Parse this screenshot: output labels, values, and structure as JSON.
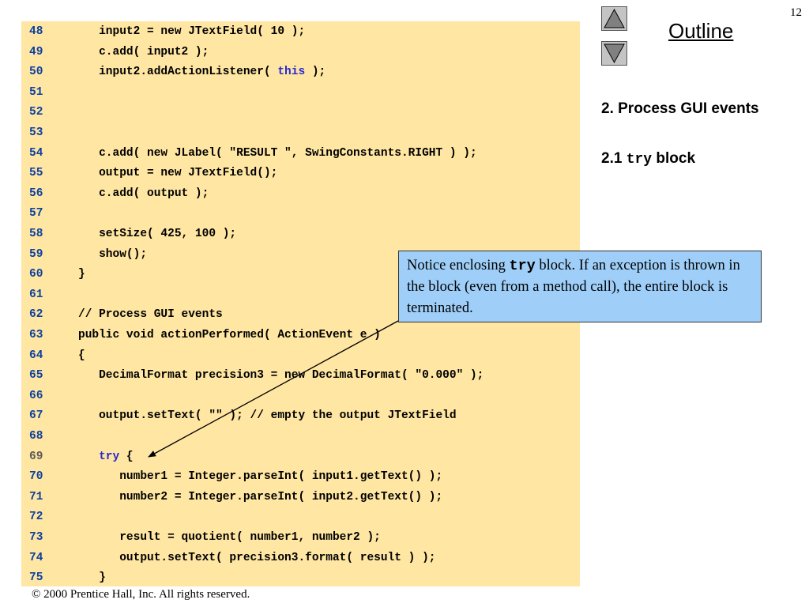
{
  "page_number": "12",
  "outline": {
    "title": "Outline",
    "up_icon": "triangle-up-icon",
    "down_icon": "triangle-down-icon",
    "items": [
      {
        "text": "2. Process GUI events"
      },
      {
        "prefix": "2.1 ",
        "code": "try",
        "suffix": " block"
      }
    ]
  },
  "code_lines": [
    {
      "num": "48",
      "parts": [
        {
          "t": "   input2 = new JTextField( 10 );"
        }
      ]
    },
    {
      "num": "49",
      "parts": [
        {
          "t": "   c.add( input2 );"
        }
      ]
    },
    {
      "num": "50",
      "parts": [
        {
          "t": "   input2.addActionListener( "
        },
        {
          "t": "this",
          "kw": true
        },
        {
          "t": " );"
        }
      ]
    },
    {
      "num": "51",
      "parts": []
    },
    {
      "num": "52",
      "parts": []
    },
    {
      "num": "53",
      "parts": []
    },
    {
      "num": "54",
      "parts": [
        {
          "t": "   c.add( new JLabel( \"RESULT \", SwingConstants.RIGHT ) );"
        }
      ]
    },
    {
      "num": "55",
      "parts": [
        {
          "t": "   output = new JTextField();"
        }
      ]
    },
    {
      "num": "56",
      "parts": [
        {
          "t": "   c.add( output );"
        }
      ]
    },
    {
      "num": "57",
      "parts": []
    },
    {
      "num": "58",
      "parts": [
        {
          "t": "   setSize( 425, 100 );"
        }
      ]
    },
    {
      "num": "59",
      "parts": [
        {
          "t": "   show();"
        }
      ]
    },
    {
      "num": "60",
      "parts": [
        {
          "t": "}"
        }
      ]
    },
    {
      "num": "61",
      "parts": []
    },
    {
      "num": "62",
      "parts": [
        {
          "t": "// Process GUI events"
        }
      ]
    },
    {
      "num": "63",
      "parts": [
        {
          "t": "public void actionPerformed( ActionEvent e )"
        }
      ]
    },
    {
      "num": "64",
      "parts": [
        {
          "t": "{"
        }
      ]
    },
    {
      "num": "65",
      "parts": [
        {
          "t": "   DecimalFormat precision3 = new DecimalFormat( \"0.000\" );"
        }
      ]
    },
    {
      "num": "66",
      "parts": []
    },
    {
      "num": "67",
      "parts": [
        {
          "t": "   output.setText( \"\" ); // empty the output JTextField"
        }
      ]
    },
    {
      "num": "68",
      "parts": []
    },
    {
      "num": "69",
      "hl": true,
      "parts": [
        {
          "t": "   "
        },
        {
          "t": "try",
          "kw": true
        },
        {
          "t": " {"
        }
      ]
    },
    {
      "num": "70",
      "parts": [
        {
          "t": "      number1 = Integer.parseInt( input1.getText() );"
        }
      ]
    },
    {
      "num": "71",
      "parts": [
        {
          "t": "      number2 = Integer.parseInt( input2.getText() );"
        }
      ]
    },
    {
      "num": "72",
      "parts": []
    },
    {
      "num": "73",
      "parts": [
        {
          "t": "      result = quotient( number1, number2 );"
        }
      ]
    },
    {
      "num": "74",
      "parts": [
        {
          "t": "      output.setText( precision3.format( result ) );"
        }
      ]
    },
    {
      "num": "75",
      "parts": [
        {
          "t": "   }"
        }
      ]
    }
  ],
  "callout": {
    "before": "Notice enclosing ",
    "code": "try",
    "after": " block. If an exception is thrown in the block (even from a method call), the entire block is terminated."
  },
  "footer": "© 2000 Prentice Hall, Inc.  All rights reserved.",
  "colors": {
    "code_bg": "#ffe6a3",
    "line_number": "#0b3fa0",
    "keyword": "#2a2ad0",
    "callout_bg": "#9fcff9"
  }
}
